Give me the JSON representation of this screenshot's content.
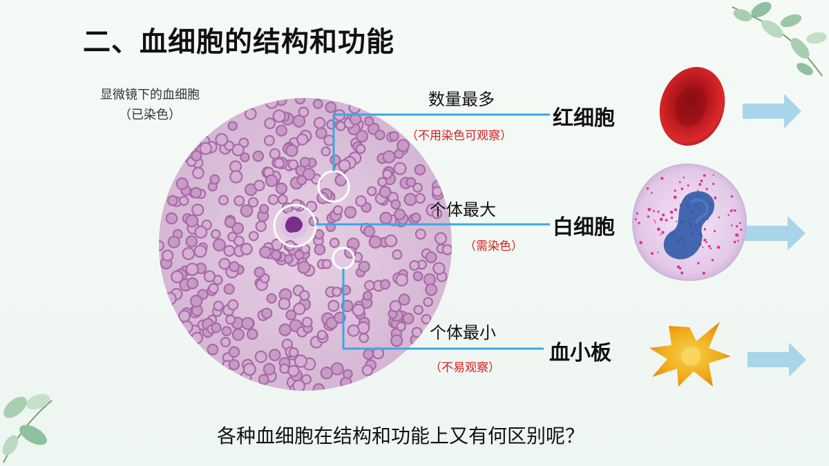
{
  "title": "二、血细胞的结构和功能",
  "microscope": {
    "caption_line1": "显微镜下的血细胞",
    "caption_line2": "（已染色）"
  },
  "cells": [
    {
      "name": "红细胞",
      "feature": "数量最多",
      "note": "（不用染色可观察）"
    },
    {
      "name": "白细胞",
      "feature": "个体最大",
      "note": "（需染色）"
    },
    {
      "name": "血小板",
      "feature": "个体最小",
      "note": "（不易观察）"
    }
  ],
  "question": "各种血细胞在结构和功能上又有何区别呢？",
  "colors": {
    "connector": "#3aa8e0",
    "note": "#d42020",
    "arrow": "#a9d5ea",
    "smear_bg": "#d9bfd8",
    "rbc": "#b47ab0",
    "red_cell": "#c81e24",
    "platelet": "#f2b21a",
    "wbc_body": "#ead7ee",
    "wbc_nucleus": "#2f5aa8"
  },
  "icons": [
    "leaf-decoration-icon",
    "arrow-right-icon"
  ]
}
